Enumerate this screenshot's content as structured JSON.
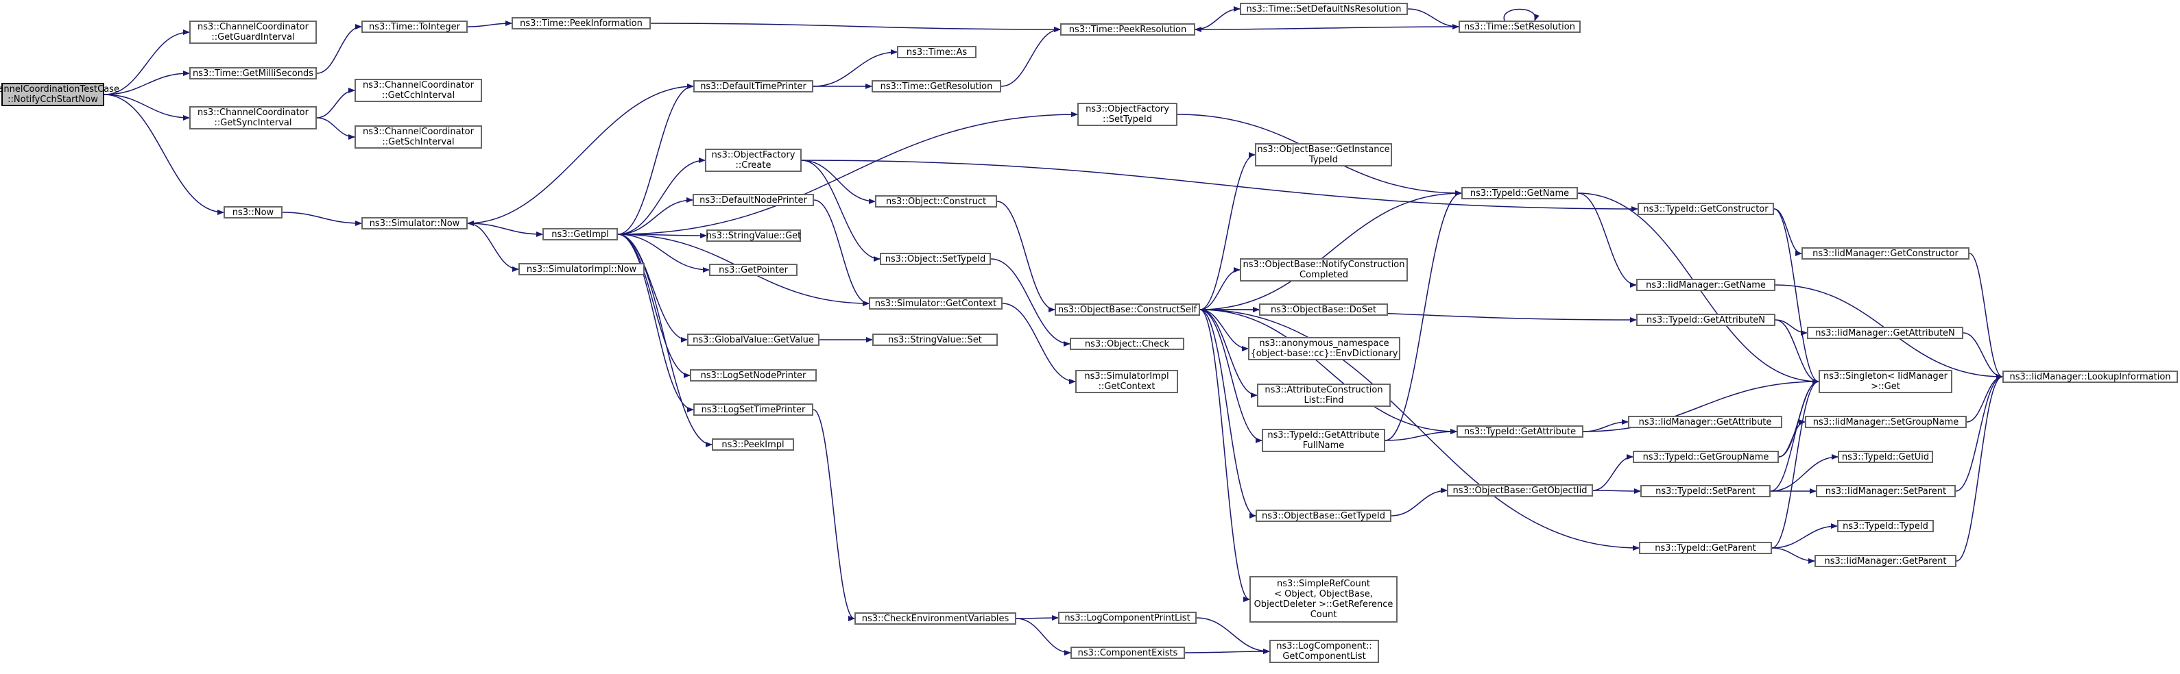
{
  "colors": {
    "edge": "#191970",
    "node_border": "#666666",
    "root_fill": "#bfbfbf",
    "root_border": "#000000",
    "text": "#000000"
  },
  "nodes": [
    {
      "id": "root",
      "lines": [
        "ChannelCoordinationTestCase",
        "::NotifyCchStartNow"
      ]
    },
    {
      "id": "ccGetGuard",
      "lines": [
        "ns3::ChannelCoordinator",
        "::GetGuardInterval"
      ]
    },
    {
      "id": "timeGetMilli",
      "lines": [
        "ns3::Time::GetMilliSeconds"
      ]
    },
    {
      "id": "ccGetSync",
      "lines": [
        "ns3::ChannelCoordinator",
        "::GetSyncInterval"
      ]
    },
    {
      "id": "now",
      "lines": [
        "ns3::Now"
      ]
    },
    {
      "id": "timeToInteger",
      "lines": [
        "ns3::Time::ToInteger"
      ]
    },
    {
      "id": "ccGetCch",
      "lines": [
        "ns3::ChannelCoordinator",
        "::GetCchInterval"
      ]
    },
    {
      "id": "ccGetSch",
      "lines": [
        "ns3::ChannelCoordinator",
        "::GetSchInterval"
      ]
    },
    {
      "id": "simNow",
      "lines": [
        "ns3::Simulator::Now"
      ]
    },
    {
      "id": "peekInfo",
      "lines": [
        "ns3::Time::PeekInformation"
      ]
    },
    {
      "id": "getImpl",
      "lines": [
        "ns3::GetImpl"
      ]
    },
    {
      "id": "simImplNow",
      "lines": [
        "ns3::SimulatorImpl::Now"
      ]
    },
    {
      "id": "defTimePrinter",
      "lines": [
        "ns3::DefaultTimePrinter"
      ]
    },
    {
      "id": "objFactCreate",
      "lines": [
        "ns3::ObjectFactory",
        "::Create"
      ]
    },
    {
      "id": "defNodePrinter",
      "lines": [
        "ns3::DefaultNodePrinter"
      ]
    },
    {
      "id": "strValGet",
      "lines": [
        "ns3::StringValue::Get"
      ]
    },
    {
      "id": "getPointer",
      "lines": [
        "ns3::GetPointer"
      ]
    },
    {
      "id": "gvGetValue",
      "lines": [
        "ns3::GlobalValue::GetValue"
      ]
    },
    {
      "id": "logSetNode",
      "lines": [
        "ns3::LogSetNodePrinter"
      ]
    },
    {
      "id": "logSetTime",
      "lines": [
        "ns3::LogSetTimePrinter"
      ]
    },
    {
      "id": "peekImpl",
      "lines": [
        "ns3::PeekImpl"
      ]
    },
    {
      "id": "timeAs",
      "lines": [
        "ns3::Time::As"
      ]
    },
    {
      "id": "timeGetRes",
      "lines": [
        "ns3::Time::GetResolution"
      ]
    },
    {
      "id": "objConstruct",
      "lines": [
        "ns3::Object::Construct"
      ]
    },
    {
      "id": "objSetTypeId",
      "lines": [
        "ns3::Object::SetTypeId"
      ]
    },
    {
      "id": "simGetContext",
      "lines": [
        "ns3::Simulator::GetContext"
      ]
    },
    {
      "id": "strValSet",
      "lines": [
        "ns3::StringValue::Set"
      ]
    },
    {
      "id": "checkEnv",
      "lines": [
        "ns3::CheckEnvironmentVariables"
      ]
    },
    {
      "id": "timePeekRes",
      "lines": [
        "ns3::Time::PeekResolution"
      ]
    },
    {
      "id": "objFactSetTypeId",
      "lines": [
        "ns3::ObjectFactory",
        "::SetTypeId"
      ]
    },
    {
      "id": "objBaseConstructSelf",
      "lines": [
        "ns3::ObjectBase::ConstructSelf"
      ]
    },
    {
      "id": "objCheck",
      "lines": [
        "ns3::Object::Check"
      ]
    },
    {
      "id": "simImplGetContext",
      "lines": [
        "ns3::SimulatorImpl",
        "::GetContext"
      ]
    },
    {
      "id": "logCompPrintList",
      "lines": [
        "ns3::LogComponentPrintList"
      ]
    },
    {
      "id": "compExists",
      "lines": [
        "ns3::ComponentExists"
      ]
    },
    {
      "id": "timeSetDefNs",
      "lines": [
        "ns3::Time::SetDefaultNsResolution"
      ]
    },
    {
      "id": "objBaseGetInstance",
      "lines": [
        "ns3::ObjectBase::GetInstance",
        "TypeId"
      ]
    },
    {
      "id": "objBaseNotify",
      "lines": [
        "ns3::ObjectBase::NotifyConstruction",
        "Completed"
      ]
    },
    {
      "id": "objBaseDoSet",
      "lines": [
        "ns3::ObjectBase::DoSet"
      ]
    },
    {
      "id": "anonEnvDict",
      "lines": [
        "ns3::anonymous_namespace",
        "{object-base::cc}::EnvDictionary"
      ]
    },
    {
      "id": "attrConstrFind",
      "lines": [
        "ns3::AttributeConstruction",
        "List::Find"
      ]
    },
    {
      "id": "typeIdGetAttrFull",
      "lines": [
        "ns3::TypeId::GetAttribute",
        "FullName"
      ]
    },
    {
      "id": "objBaseGetTypeId",
      "lines": [
        "ns3::ObjectBase::GetTypeId"
      ]
    },
    {
      "id": "simpleRefCount",
      "lines": [
        "ns3::SimpleRefCount",
        "< Object, ObjectBase,",
        "ObjectDeleter >::GetReference",
        "Count"
      ]
    },
    {
      "id": "logCompGetList",
      "lines": [
        "ns3::LogComponent::",
        "GetComponentList"
      ]
    },
    {
      "id": "timeSetRes",
      "lines": [
        "ns3::Time::SetResolution"
      ]
    },
    {
      "id": "typeIdGetName",
      "lines": [
        "ns3::TypeId::GetName"
      ]
    },
    {
      "id": "typeIdGetAttr",
      "lines": [
        "ns3::TypeId::GetAttribute"
      ]
    },
    {
      "id": "objBaseGetObjectIid",
      "lines": [
        "ns3::ObjectBase::GetObjectIid"
      ]
    },
    {
      "id": "typeIdGetConstructor",
      "lines": [
        "ns3::TypeId::GetConstructor"
      ]
    },
    {
      "id": "iidMgrGetName",
      "lines": [
        "ns3::IidManager::GetName"
      ]
    },
    {
      "id": "typeIdGetAttrN",
      "lines": [
        "ns3::TypeId::GetAttributeN"
      ]
    },
    {
      "id": "iidMgrGetAttr",
      "lines": [
        "ns3::IidManager::GetAttribute"
      ]
    },
    {
      "id": "typeIdGetGroupName",
      "lines": [
        "ns3::TypeId::GetGroupName"
      ]
    },
    {
      "id": "typeIdSetParent",
      "lines": [
        "ns3::TypeId::SetParent"
      ]
    },
    {
      "id": "typeIdGetParent",
      "lines": [
        "ns3::TypeId::GetParent"
      ]
    },
    {
      "id": "iidMgrGetConstructor",
      "lines": [
        "ns3::IidManager::GetConstructor"
      ]
    },
    {
      "id": "iidMgrGetAttrN",
      "lines": [
        "ns3::IidManager::GetAttributeN"
      ]
    },
    {
      "id": "singletonGet",
      "lines": [
        "ns3::Singleton< IidManager",
        ">::Get"
      ]
    },
    {
      "id": "iidMgrSetGroupName",
      "lines": [
        "ns3::IidManager::SetGroupName"
      ]
    },
    {
      "id": "typeIdGetUid",
      "lines": [
        "ns3::TypeId::GetUid"
      ]
    },
    {
      "id": "iidMgrSetParent",
      "lines": [
        "ns3::IidManager::SetParent"
      ]
    },
    {
      "id": "typeIdTypeId",
      "lines": [
        "ns3::TypeId::TypeId"
      ]
    },
    {
      "id": "iidMgrGetParent",
      "lines": [
        "ns3::IidManager::GetParent"
      ]
    },
    {
      "id": "iidMgrLookup",
      "lines": [
        "ns3::IidManager::LookupInformation"
      ]
    }
  ],
  "edges": [
    [
      "root",
      "ccGetGuard"
    ],
    [
      "root",
      "timeGetMilli"
    ],
    [
      "root",
      "ccGetSync"
    ],
    [
      "root",
      "now"
    ],
    [
      "timeGetMilli",
      "timeToInteger"
    ],
    [
      "ccGetSync",
      "ccGetCch"
    ],
    [
      "ccGetSync",
      "ccGetSch"
    ],
    [
      "now",
      "simNow"
    ],
    [
      "timeToInteger",
      "peekInfo"
    ],
    [
      "peekInfo",
      "timePeekRes"
    ],
    [
      "simNow",
      "getImpl"
    ],
    [
      "simNow",
      "simImplNow"
    ],
    [
      "getImpl",
      "defTimePrinter"
    ],
    [
      "getImpl",
      "objFactSetTypeId"
    ],
    [
      "getImpl",
      "objFactCreate"
    ],
    [
      "getImpl",
      "defNodePrinter"
    ],
    [
      "getImpl",
      "strValGet"
    ],
    [
      "getImpl",
      "getPointer"
    ],
    [
      "getImpl",
      "simGetContext"
    ],
    [
      "getImpl",
      "gvGetValue"
    ],
    [
      "getImpl",
      "logSetNode"
    ],
    [
      "getImpl",
      "logSetTime"
    ],
    [
      "getImpl",
      "peekImpl"
    ],
    [
      "defTimePrinter",
      "simNow"
    ],
    [
      "defTimePrinter",
      "timeAs"
    ],
    [
      "defTimePrinter",
      "timeGetRes"
    ],
    [
      "timeGetRes",
      "timePeekRes"
    ],
    [
      "objFactCreate",
      "typeIdGetConstructor"
    ],
    [
      "objFactCreate",
      "objConstruct"
    ],
    [
      "objFactCreate",
      "objSetTypeId"
    ],
    [
      "objFactSetTypeId",
      "typeIdGetName"
    ],
    [
      "defNodePrinter",
      "simGetContext"
    ],
    [
      "simGetContext",
      "simImplGetContext"
    ],
    [
      "gvGetValue",
      "strValSet"
    ],
    [
      "logSetTime",
      "checkEnv"
    ],
    [
      "checkEnv",
      "logCompPrintList"
    ],
    [
      "checkEnv",
      "compExists"
    ],
    [
      "logCompPrintList",
      "logCompGetList"
    ],
    [
      "compExists",
      "logCompGetList"
    ],
    [
      "objConstruct",
      "objBaseConstructSelf"
    ],
    [
      "objSetTypeId",
      "objCheck"
    ],
    [
      "objBaseConstructSelf",
      "objBaseGetInstance"
    ],
    [
      "objBaseConstructSelf",
      "typeIdGetName"
    ],
    [
      "objBaseConstructSelf",
      "objBaseNotify"
    ],
    [
      "objBaseConstructSelf",
      "objBaseDoSet"
    ],
    [
      "objBaseConstructSelf",
      "anonEnvDict"
    ],
    [
      "objBaseConstructSelf",
      "attrConstrFind"
    ],
    [
      "objBaseConstructSelf",
      "typeIdGetAttrFull"
    ],
    [
      "objBaseConstructSelf",
      "typeIdGetAttr"
    ],
    [
      "objBaseConstructSelf",
      "objBaseGetTypeId"
    ],
    [
      "objBaseConstructSelf",
      "typeIdGetAttrN"
    ],
    [
      "objBaseConstructSelf",
      "typeIdGetParent"
    ],
    [
      "objBaseConstructSelf",
      "simpleRefCount"
    ],
    [
      "timePeekRes",
      "timeSetDefNs"
    ],
    [
      "timeSetDefNs",
      "timeSetRes"
    ],
    [
      "timeSetRes",
      "timeSetRes"
    ],
    [
      "timeSetRes",
      "timePeekRes"
    ],
    [
      "typeIdGetAttrFull",
      "typeIdGetName"
    ],
    [
      "typeIdGetAttrFull",
      "typeIdGetAttr"
    ],
    [
      "objBaseGetTypeId",
      "objBaseGetObjectIid"
    ],
    [
      "objBaseGetObjectIid",
      "typeIdGetGroupName"
    ],
    [
      "objBaseGetObjectIid",
      "typeIdSetParent"
    ],
    [
      "typeIdGetName",
      "iidMgrGetName"
    ],
    [
      "typeIdGetName",
      "singletonGet"
    ],
    [
      "typeIdGetAttr",
      "iidMgrGetAttr"
    ],
    [
      "typeIdGetAttr",
      "singletonGet"
    ],
    [
      "typeIdGetConstructor",
      "iidMgrGetConstructor"
    ],
    [
      "typeIdGetConstructor",
      "singletonGet"
    ],
    [
      "iidMgrGetName",
      "iidMgrLookup"
    ],
    [
      "typeIdGetAttrN",
      "iidMgrGetAttrN"
    ],
    [
      "typeIdGetAttrN",
      "singletonGet"
    ],
    [
      "typeIdGetGroupName",
      "iidMgrSetGroupName"
    ],
    [
      "typeIdGetGroupName",
      "singletonGet"
    ],
    [
      "typeIdSetParent",
      "typeIdGetUid"
    ],
    [
      "typeIdSetParent",
      "iidMgrSetParent"
    ],
    [
      "typeIdSetParent",
      "singletonGet"
    ],
    [
      "typeIdGetParent",
      "typeIdTypeId"
    ],
    [
      "typeIdGetParent",
      "iidMgrGetParent"
    ],
    [
      "typeIdGetParent",
      "singletonGet"
    ],
    [
      "iidMgrGetConstructor",
      "iidMgrLookup"
    ],
    [
      "iidMgrGetAttrN",
      "iidMgrLookup"
    ],
    [
      "iidMgrSetGroupName",
      "iidMgrLookup"
    ],
    [
      "iidMgrSetParent",
      "iidMgrLookup"
    ],
    [
      "iidMgrGetParent",
      "iidMgrLookup"
    ]
  ]
}
